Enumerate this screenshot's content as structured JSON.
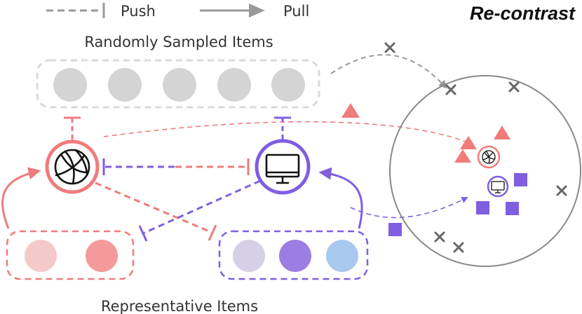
{
  "legend": {
    "push_label": "Push",
    "pull_label": "Pull"
  },
  "title": "Re-contrast",
  "random_items_label": "Randomly Sampled Items",
  "representative_items_label": "Representative Items",
  "colors": {
    "red": "#ef7b7b",
    "red_light": "#f4c9c9",
    "red_mid": "#f49a9a",
    "purple": "#7f5ee0",
    "purple_light": "#d6d0e6",
    "purple_mid": "#9b7ee3",
    "blue_light": "#a9c8f0",
    "gray_item": "#d4d4d4",
    "gray_line": "#999999",
    "gray_mark": "#666666"
  },
  "icons": {
    "anchor_red": "basketball-icon",
    "anchor_purple": "monitor-icon"
  }
}
